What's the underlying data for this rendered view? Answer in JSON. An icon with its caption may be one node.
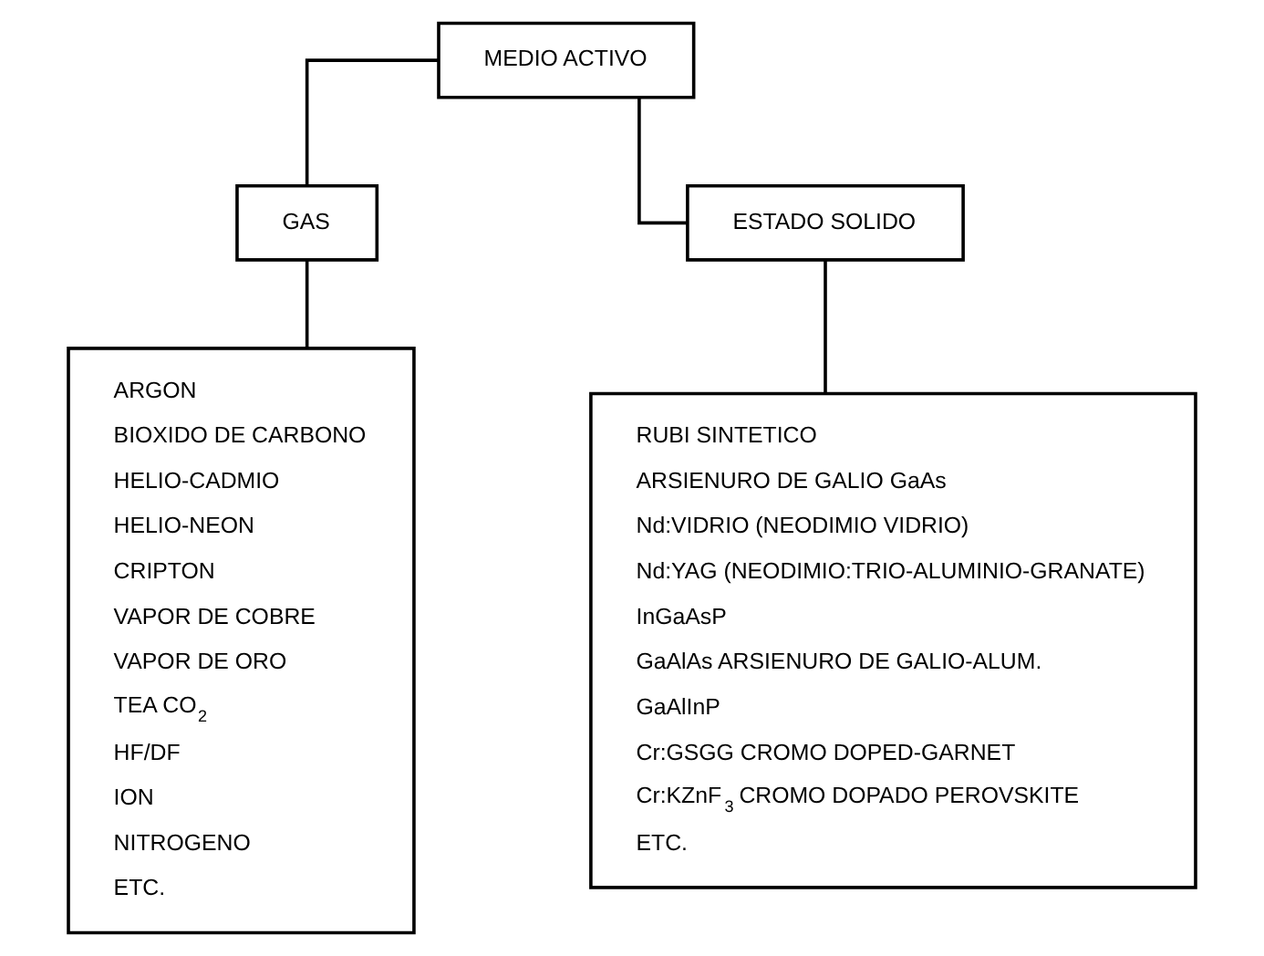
{
  "diagram": {
    "nodes": [
      {
        "text": [
          "MEDIO ACTIVO"
        ]
      },
      {
        "text": [
          "GAS"
        ]
      },
      {
        "text": [
          "ESTADO SOLIDO"
        ]
      },
      {
        "text": [
          "ARGON",
          "BIOXIDO DE CARBONO",
          "HELIO-CADMIO",
          "HELIO-NEON",
          "CRIPTON",
          "VAPOR DE COBRE",
          "VAPOR DE ORO",
          "TEA CO$_{2}$",
          "HF/DF",
          "ION",
          "NITROGENO",
          "ETC."
        ]
      },
      {
        "text": [
          "RUBI SINTETICO",
          "ARSIENURO DE GALIO GaAs",
          "Nd:VIDRIO (NEODIMIO VIDRIO)",
          "Nd:YAG (NEODIMIO:TRIO-ALUMINIO-GRANATE)",
          "InGaAsP",
          "GaAlAs ARSIENURO DE GALIO-ALUM.",
          "GaAlInP",
          "Cr:GSGG CROMO DOPED-GARNET",
          "Cr:KZnF$_{3}$ CROMO DOPADO PEROVSKITE",
          "ETC."
        ]
      }
    ],
    "edges": [
      {
        "from": 0,
        "to": 1,
        "arrow": "none"
      },
      {
        "from": 0,
        "to": 2,
        "arrow": "none"
      },
      {
        "from": 1,
        "to": 3,
        "arrow": "none"
      },
      {
        "from": 2,
        "to": 4,
        "arrow": "none"
      }
    ]
  }
}
